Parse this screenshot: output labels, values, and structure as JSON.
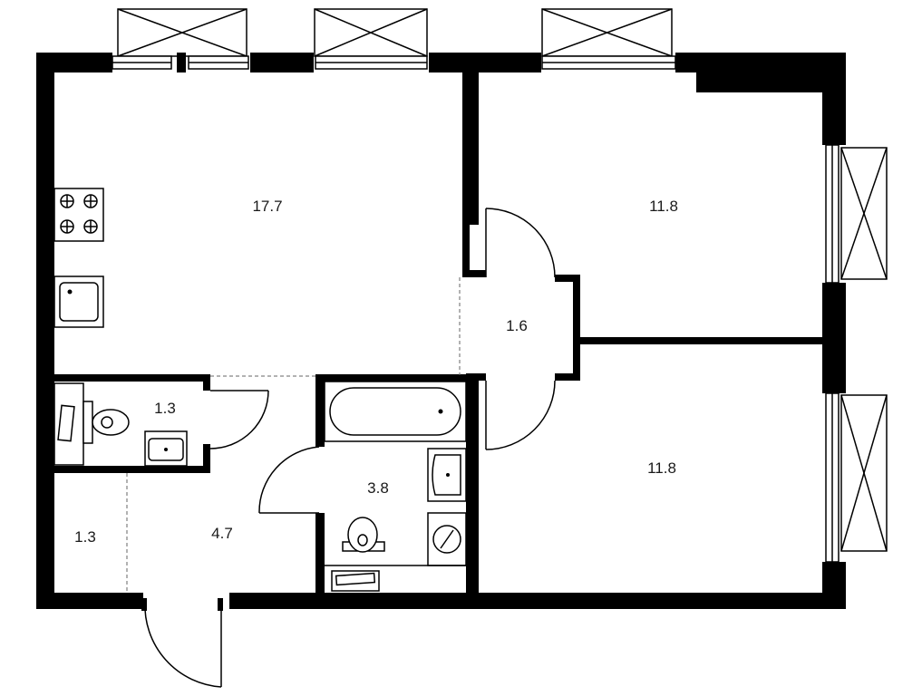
{
  "rooms": [
    {
      "id": "kitchen-living",
      "area": "17.7"
    },
    {
      "id": "bedroom-top",
      "area": "11.8"
    },
    {
      "id": "corridor",
      "area": "1.6"
    },
    {
      "id": "bedroom-bottom",
      "area": "11.8"
    },
    {
      "id": "wc",
      "area": "1.3"
    },
    {
      "id": "bathroom",
      "area": "3.8"
    },
    {
      "id": "storage",
      "area": "1.3"
    },
    {
      "id": "hallway",
      "area": "4.7"
    }
  ],
  "colors": {
    "wall": "#000000",
    "background": "#ffffff",
    "text": "#1a1a1a"
  }
}
